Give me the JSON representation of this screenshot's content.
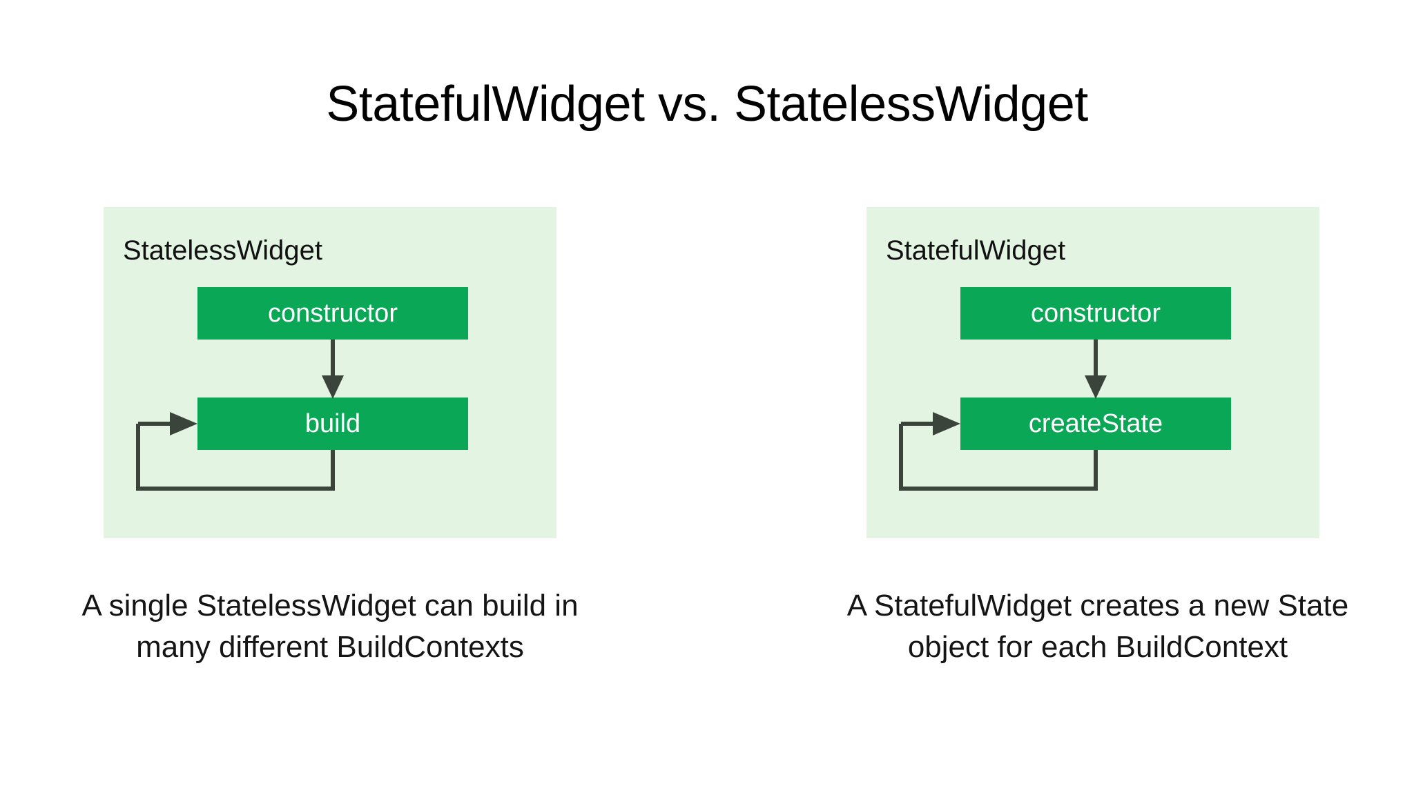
{
  "slide": {
    "title": "StatefulWidget vs. StatelessWidget",
    "background_color": "#ffffff"
  },
  "theme": {
    "panel_background": "#e3f4e2",
    "node_fill": "#0aa757",
    "node_text": "#ffffff",
    "arrow_color": "#3b443b",
    "title_color": "#000000",
    "caption_color": "#151515"
  },
  "columns": [
    {
      "id": "stateless",
      "panel": {
        "heading": "StatelessWidget",
        "nodes": [
          {
            "id": "constructor",
            "label": "constructor"
          },
          {
            "id": "build",
            "label": "build"
          }
        ],
        "arrows": [
          {
            "id": "constructor-to-build",
            "from": "constructor",
            "to": "build",
            "kind": "straight-down"
          },
          {
            "id": "build-self-loop",
            "from": "build",
            "to": "build",
            "kind": "feedback-loop"
          }
        ]
      },
      "caption": "A single StatelessWidget can build in many different BuildContexts"
    },
    {
      "id": "stateful",
      "panel": {
        "heading": "StatefulWidget",
        "nodes": [
          {
            "id": "constructor",
            "label": "constructor"
          },
          {
            "id": "createState",
            "label": "createState"
          }
        ],
        "arrows": [
          {
            "id": "constructor-to-createstate",
            "from": "constructor",
            "to": "createState",
            "kind": "straight-down"
          },
          {
            "id": "createstate-self-loop",
            "from": "createState",
            "to": "createState",
            "kind": "feedback-loop"
          }
        ]
      },
      "caption": "A StatefulWidget creates a new State object for each BuildContext"
    }
  ]
}
